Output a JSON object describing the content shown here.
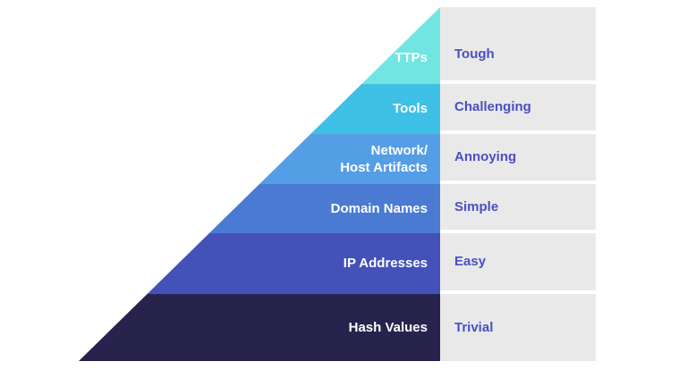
{
  "colors": {
    "background": "#ffffff",
    "column_background": "#e9e9e9",
    "pain_text": "#4a4fc3",
    "level_text": "#ffffff"
  },
  "pyramid": {
    "levels": [
      {
        "label": "TTPs",
        "pain": "Tough",
        "color": "#72e5e2"
      },
      {
        "label": "Tools",
        "pain": "Challenging",
        "color": "#3fc0e6"
      },
      {
        "label": "Network/\nHost Artifacts",
        "pain": "Annoying",
        "color": "#549ee6"
      },
      {
        "label": "Domain Names",
        "pain": "Simple",
        "color": "#4a7ad2"
      },
      {
        "label": "IP Addresses",
        "pain": "Easy",
        "color": "#4351b8"
      },
      {
        "label": "Hash Values",
        "pain": "Trivial",
        "color": "#27234d"
      }
    ]
  }
}
